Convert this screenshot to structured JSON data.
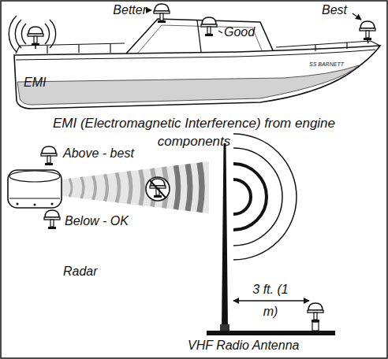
{
  "diagram": {
    "labels": [
      "Better",
      "Good",
      "Best",
      "EMI",
      "SS BARNETT",
      "EMI (Electromagnetic Interference) from engine components",
      "Above - best",
      "Below - OK",
      "Radar",
      "3 ft. (1 m)",
      "VHF Radio Antenna"
    ]
  }
}
